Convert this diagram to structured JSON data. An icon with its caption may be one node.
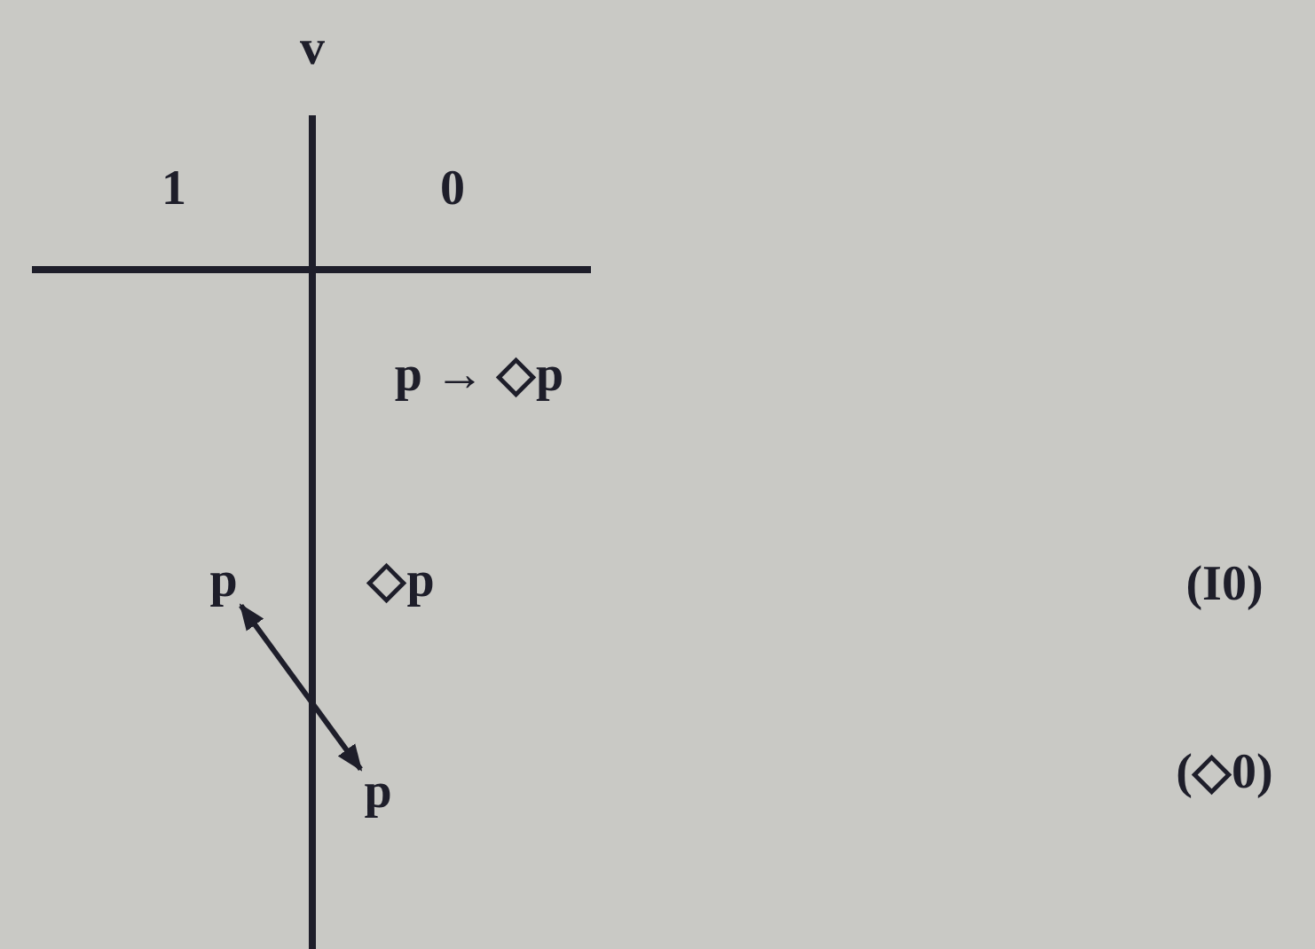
{
  "diagram": {
    "nodes": [
      {
        "text": [
          "p → ◇p"
        ]
      },
      {
        "text": [
          "◇p"
        ]
      },
      {
        "text": [
          "p"
        ]
      },
      {
        "text": [
          "p"
        ]
      }
    ],
    "edges": [
      {
        "from": 2,
        "to": 3,
        "arrow": "both"
      }
    ],
    "labels": [
      "v",
      "1",
      "0",
      "(I0)",
      "(◇0)"
    ]
  }
}
